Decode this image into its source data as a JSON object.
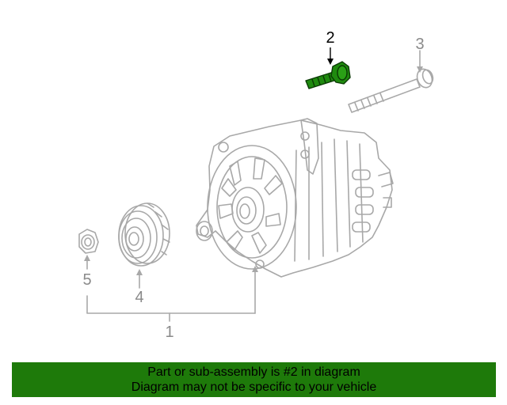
{
  "callouts": {
    "c1": "1",
    "c2": "2",
    "c3": "3",
    "c4": "4",
    "c5": "5"
  },
  "banner": {
    "line1": "Part or sub-assembly is #2 in diagram",
    "line2": "Diagram may not be specific to your vehicle"
  },
  "colors": {
    "highlight_part": "#1f8a0f",
    "banner_bg": "#1e7a0a",
    "line_art": "#a8a8a8"
  }
}
